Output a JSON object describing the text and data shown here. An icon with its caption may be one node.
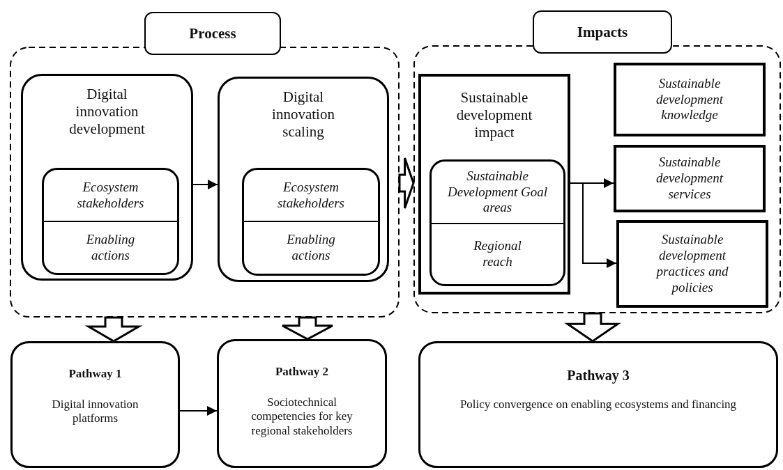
{
  "diagram": {
    "nodes": [
      {
        "text": [
          "Process"
        ]
      },
      {
        "text": [
          "Digital innovation development"
        ],
        "in": 0
      },
      {
        "text": [
          "Ecosystem stakeholders",
          "Enabling actions"
        ],
        "in": 1
      },
      {
        "text": [
          "Digital innovation scaling"
        ],
        "in": 0
      },
      {
        "text": [
          "Ecosystem stakeholders",
          "Enabling actions"
        ],
        "in": 3
      },
      {
        "text": [
          "Impacts"
        ]
      },
      {
        "text": [
          "Sustainable development impact"
        ],
        "in": 5
      },
      {
        "text": [
          "Sustainable Development Goal areas",
          "Regional reach"
        ],
        "in": 6
      },
      {
        "text": [
          "Sustainable development knowledge"
        ],
        "in": 5
      },
      {
        "text": [
          "Sustainable development services"
        ],
        "in": 5
      },
      {
        "text": [
          "Sustainable development practices and policies"
        ],
        "in": 5
      },
      {
        "text": [
          "Pathway 1",
          "Digital innovation platforms"
        ]
      },
      {
        "text": [
          "Pathway 2",
          "Sociotechnical competencies for key regional stakeholders"
        ]
      },
      {
        "text": [
          "Pathway 3",
          "Policy convergence on enabling ecosystems and financing"
        ]
      }
    ],
    "edges": [
      {
        "from": 1,
        "to": 3,
        "arrow": "to"
      },
      {
        "from": 0,
        "to": 5,
        "arrow": "to",
        "style": "thick"
      },
      {
        "from": 7,
        "to": 9,
        "arrow": "to"
      },
      {
        "from": 7,
        "to": 10,
        "arrow": "to"
      },
      {
        "from": 0,
        "to": 11,
        "arrow": "to",
        "style": "thick"
      },
      {
        "from": 0,
        "to": 12,
        "arrow": "to",
        "style": "thick"
      },
      {
        "from": 5,
        "to": 13,
        "arrow": "to",
        "style": "thick"
      },
      {
        "from": 11,
        "to": 12,
        "arrow": "to"
      }
    ]
  }
}
